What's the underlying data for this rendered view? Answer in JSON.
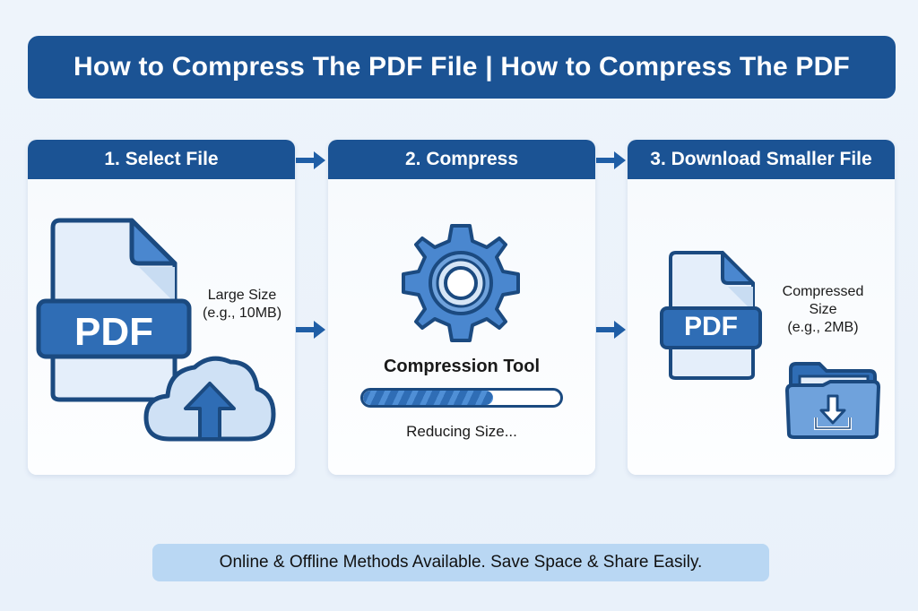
{
  "title": "How to Compress The PDF File | How to Compress The PDF",
  "colors": {
    "primary": "#1b5394",
    "accent_light": "#b9d7f3",
    "icon_blue": "#4a87cf",
    "background": "#eef4fb"
  },
  "steps": [
    {
      "heading": "1. Select File",
      "icons": [
        "pdf-file-icon",
        "cloud-upload-icon"
      ],
      "pdf_label": "PDF",
      "size_label_line1": "Large Size",
      "size_label_line2": "(e.g., 10MB)"
    },
    {
      "heading": "2. Compress",
      "icons": [
        "gear-icon",
        "progress-bar"
      ],
      "tool_title": "Compression Tool",
      "progress_percent": 65,
      "status": "Reducing Size..."
    },
    {
      "heading": "3. Download Smaller File",
      "icons": [
        "pdf-file-icon",
        "folder-download-icon"
      ],
      "pdf_label": "PDF",
      "size_label_line1": "Compressed",
      "size_label_line2": "Size",
      "size_label_line3": "(e.g., 2MB)"
    }
  ],
  "footer": "Online & Offline Methods Available. Save Space & Share Easily."
}
